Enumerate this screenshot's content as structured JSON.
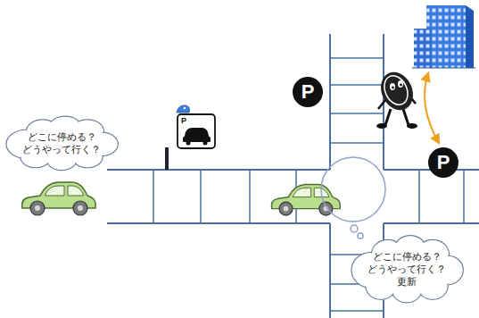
{
  "diagram": {
    "nodes": [
      {
        "text": [
          "どこに停める？ どうやって行く？"
        ]
      },
      {
        "text": [
          "P"
        ]
      },
      {
        "text": [
          "P"
        ]
      },
      {
        "text": [
          "どこに停める？ どうやって行く？ 更新"
        ]
      }
    ],
    "labels": [
      "P"
    ]
  }
}
